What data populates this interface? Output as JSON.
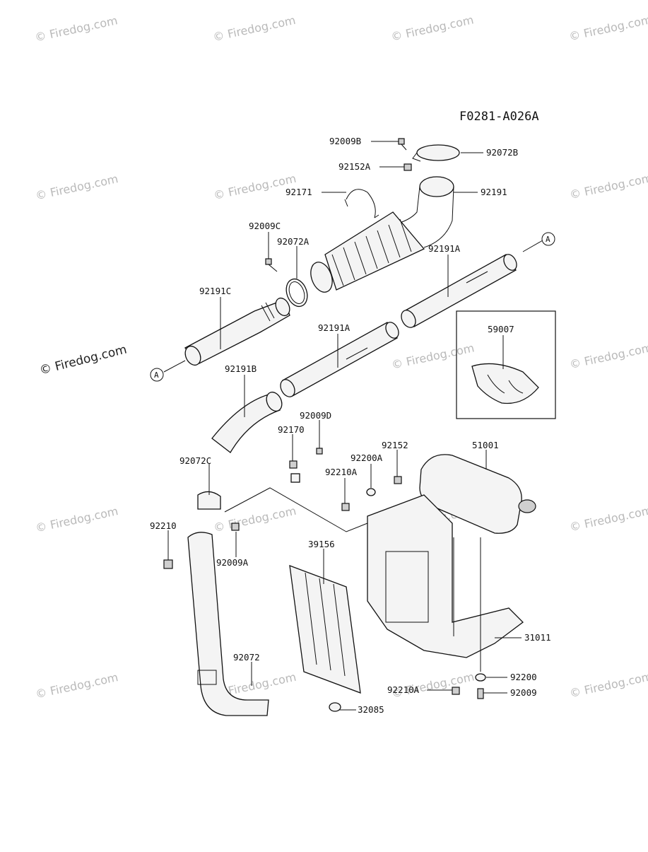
{
  "diagram_code": "F0281-A026A",
  "watermark": "© Firedog.com",
  "part_labels": {
    "p92009B": "92009B",
    "p92072B": "92072B",
    "p92152A": "92152A",
    "p92171": "92171",
    "p92191": "92191",
    "p92009C": "92009C",
    "p92072A": "92072A",
    "p92191A_top": "92191A",
    "p92191C": "92191C",
    "p92191A_mid": "92191A",
    "p59007": "59007",
    "p92191B": "92191B",
    "p92009D": "92009D",
    "p92170": "92170",
    "p92152": "92152",
    "p51001": "51001",
    "p92200A": "92200A",
    "p92210A_top": "92210A",
    "p92072C": "92072C",
    "p92210": "92210",
    "p92009A": "92009A",
    "p39156": "39156",
    "p31011": "31011",
    "p92072": "92072",
    "p92200": "92200",
    "p92210A_bot": "92210A",
    "p92009": "92009",
    "p32085": "32085"
  },
  "connector_marks": {
    "top_right": "A",
    "left": "A"
  }
}
